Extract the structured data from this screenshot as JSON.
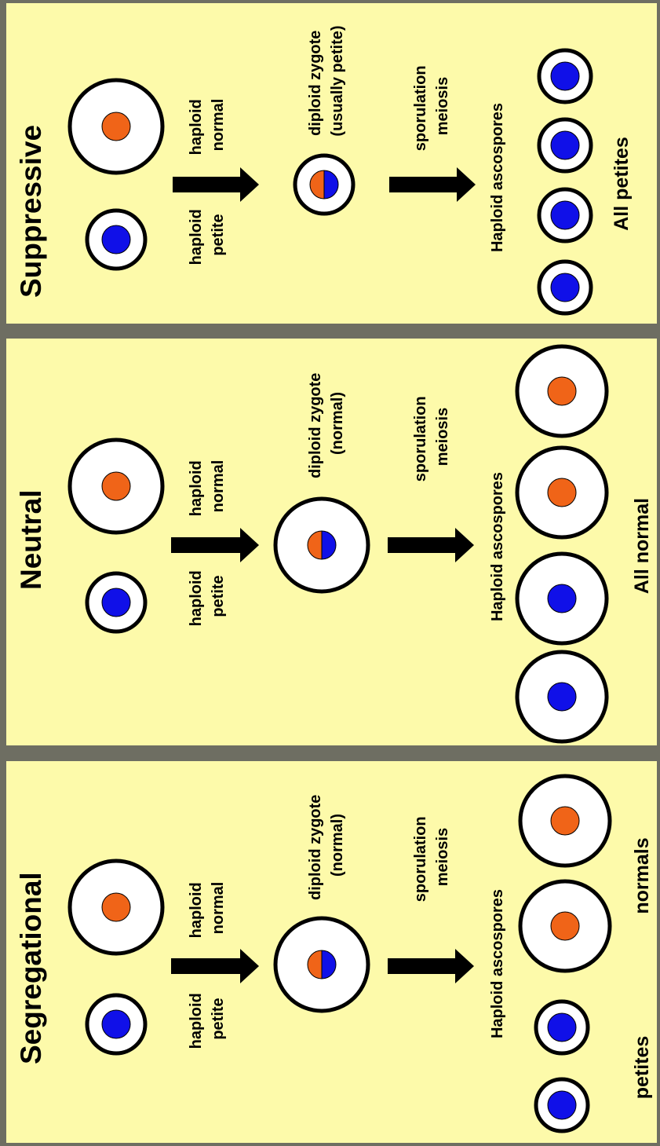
{
  "colors": {
    "background": "#fdfaaa",
    "frame": "#6e6e62",
    "cell_fill": "#ffffff",
    "cell_outline": "#000000",
    "petite_nucleus": "#1010e8",
    "normal_nucleus": "#f06418",
    "arrow": "#000000"
  },
  "panels": [
    {
      "id": "suppressive",
      "title": "Suppressive",
      "parent_petite_label": [
        "haploid",
        "petite"
      ],
      "parent_normal_label": [
        "haploid",
        "normal"
      ],
      "zygote_label": [
        "diploid zygote",
        "(usually petite)"
      ],
      "process_label": [
        "sporulation",
        "meiosis"
      ],
      "spores_label": "Haploid ascospores",
      "outcome_labels": [
        "All petites"
      ],
      "spores": [
        "petite",
        "petite",
        "petite",
        "petite"
      ]
    },
    {
      "id": "neutral",
      "title": "Neutral",
      "parent_petite_label": [
        "haploid",
        "petite"
      ],
      "parent_normal_label": [
        "haploid",
        "normal"
      ],
      "zygote_label": [
        "diploid zygote",
        "(normal)"
      ],
      "process_label": [
        "sporulation",
        "meiosis"
      ],
      "spores_label": "Haploid ascospores",
      "outcome_labels": [
        "All normal"
      ],
      "spores": [
        "normal-large-blue",
        "normal-large-blue",
        "normal",
        "normal"
      ]
    },
    {
      "id": "segregational",
      "title": "Segregational",
      "parent_petite_label": [
        "haploid",
        "petite"
      ],
      "parent_normal_label": [
        "haploid",
        "normal"
      ],
      "zygote_label": [
        "diploid zygote",
        "(normal)"
      ],
      "process_label": [
        "sporulation",
        "meiosis"
      ],
      "spores_label": "Haploid ascospores",
      "outcome_labels": [
        "petites",
        "normals"
      ],
      "spores": [
        "petite",
        "petite",
        "normal",
        "normal"
      ]
    }
  ]
}
